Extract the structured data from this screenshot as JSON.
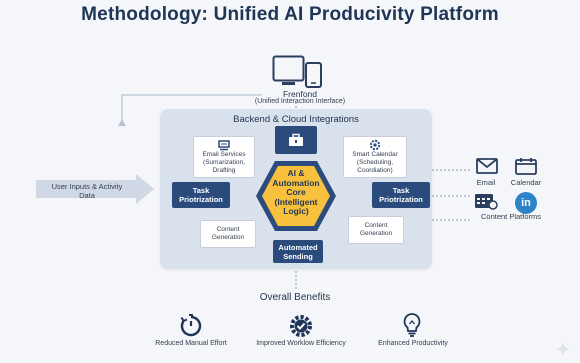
{
  "title": "Methodology: Unified AI Producivity Platform",
  "frontend": {
    "label": "Frenfond",
    "sublabel": "(Unified Interaction Interface)"
  },
  "backend": {
    "title": "Backend & Cloud Integrations",
    "email_services": {
      "title": "Email Services",
      "detail": "(Sumarization, Drafting"
    },
    "smart_calendar": {
      "title": "Smart Calendar",
      "detail": "(Scheduling, Coordiation)"
    },
    "task_left": "Task Priotrization",
    "task_right": "Task Priotrization",
    "core": [
      "AI &",
      "Automation",
      "Core",
      "(Intelligent",
      "Logic)"
    ],
    "content_left": "Content Generation",
    "content_right": "Content Generation",
    "automated_sending": "Automated Sending"
  },
  "input": "User Inputs & Activity Data",
  "platforms": {
    "email": "Email",
    "calendar": "Calendar",
    "content": "Content Platforms",
    "linkedin_glyph": "in"
  },
  "benefits": {
    "title": "Overall Benefits",
    "items": [
      {
        "label": "Reduced Manual Effort",
        "icon": "stopwatch-icon"
      },
      {
        "label": "Improved Worklow Efficiency",
        "icon": "gear-check-icon"
      },
      {
        "label": "Enhanced Productivity",
        "icon": "lightbulb-icon"
      }
    ]
  },
  "colors": {
    "navy": "#2a4b7c",
    "core_fill": "#f7c13d",
    "core_border": "#2a4b7c",
    "panel": "#d8e1ec",
    "linkedin": "#2d83c7"
  }
}
